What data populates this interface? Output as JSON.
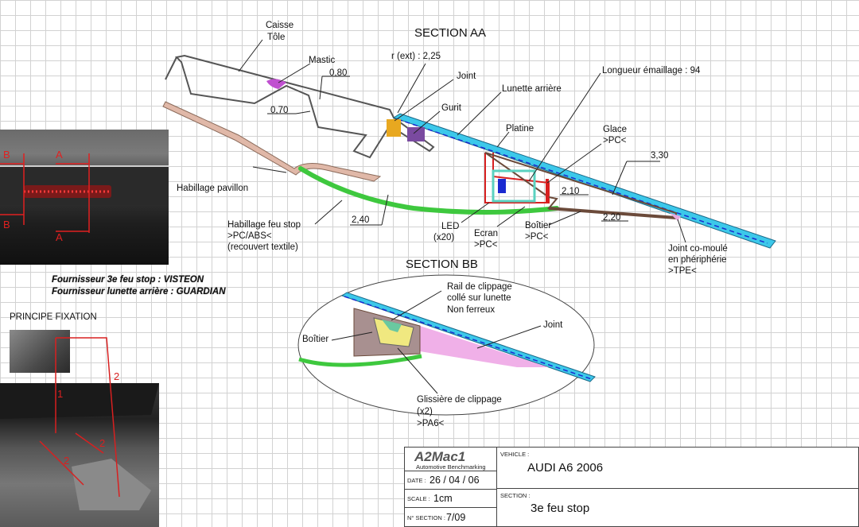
{
  "titles": {
    "section_aa": "SECTION AA",
    "section_bb": "SECTION BB"
  },
  "labels_aa": {
    "caisse": "Caisse",
    "tole": "Tôle",
    "mastic": "Mastic",
    "r_ext": "r (ext) : 2,25",
    "joint": "Joint",
    "lunette": "Lunette arrière",
    "gurit": "Gurit",
    "longueur": "Longueur émaillage : 94",
    "platine": "Platine",
    "glace": "Glace",
    ">pc_glace": ">PC<",
    "habillage_pavillon": "Habillage pavillon",
    "habillage_feu_1": "Habillage feu stop",
    "habillage_feu_2": ">PC/ABS<",
    "habillage_feu_3": "(recouvert textile)",
    "led_1": "LED",
    "led_2": "(x20)",
    "ecran_1": "Ecran",
    "ecran_2": ">PC<",
    "boitier_1": "Boîtier",
    "boitier_2": ">PC<",
    "joint_co_1": "Joint co-moulé",
    "joint_co_2": "en phériphérie",
    "joint_co_3": ">TPE<"
  },
  "dims": {
    "d080": "0,80",
    "d070": "0,70",
    "d330": "3,30",
    "d210": "2,10",
    "d220": "2,20",
    "d240": "2,40"
  },
  "labels_bb": {
    "rail_1": "Rail de clippage",
    "rail_2": "collé sur lunette",
    "rail_3": "Non ferreux",
    "boitier": "Boîtier",
    "joint": "Joint",
    "glissiere_1": "Glissière de clippage",
    "glissiere_2": "(x2)",
    "glissiere_3": ">PA6<"
  },
  "photo_marks": {
    "b": "B",
    "a": "A"
  },
  "suppliers": {
    "s1": "Fournisseur 3e feu stop : VISTEON",
    "s2": "Fournisseur lunette arrière : GUARDIAN"
  },
  "principe": "PRINCIPE FIXATION",
  "fixation_nums": {
    "n1": "1",
    "n2": "2"
  },
  "cartouche": {
    "logo": "A2Mac1",
    "logo_sub": "Automotive Benchmarking",
    "vehicle_label": "VEHICLE :",
    "vehicle": "AUDI A6 2006",
    "date_label": "DATE :",
    "date": "26 / 04 / 06",
    "scale_label": "SCALE :",
    "scale": "1cm",
    "section_label": "SECTION :",
    "section": "3e feu stop",
    "nsection_label": "N° SECTION :",
    "nsection": "7/09"
  },
  "colors": {
    "glass": "#3cc8ea",
    "green": "#3ec83e",
    "beige": "#e0b8a8",
    "red": "#d82020",
    "brown": "#6b4a3a",
    "teal": "#5ad2c0",
    "blue": "#1a2ad0",
    "pink": "#e8a8e0",
    "magenta": "#c050d0"
  }
}
